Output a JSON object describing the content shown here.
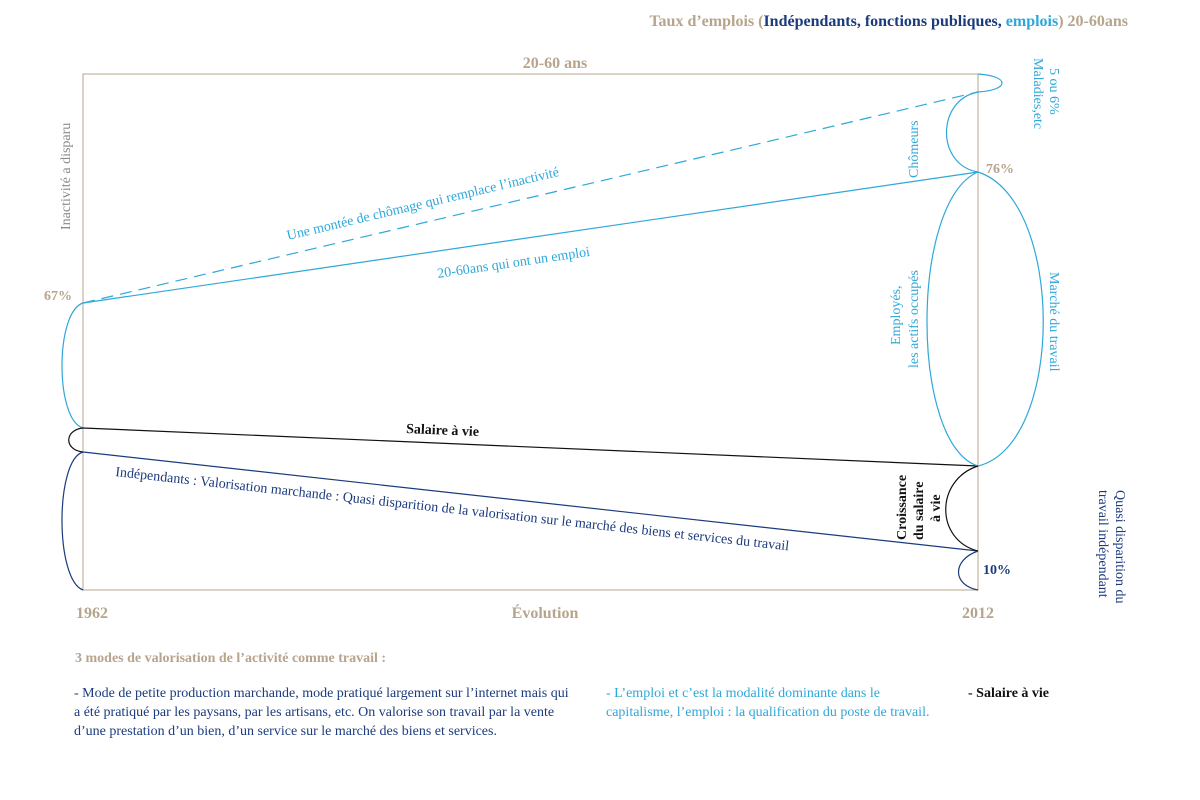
{
  "colors": {
    "tan": "#b7a48c",
    "navy": "#1b3b7d",
    "cyan": "#2ea8d9",
    "gray": "#8a8a8a",
    "black": "#111111"
  },
  "title": {
    "prefix": "Taux d’emplois (",
    "independants": "Indépendants",
    "fonctions": ", fonctions publiques, ",
    "emplois": "emplois",
    "suffix": ") 20-60ans"
  },
  "frame_label": "20-60 ans",
  "x_axis": {
    "start": "1962",
    "end": "2012",
    "center": "Évolution"
  },
  "values": {
    "start_rate": "67%",
    "end_rate": "76%",
    "independent_end": "10%"
  },
  "labels": {
    "inactivite": "Inactivité a disparu",
    "chomage_line": "Une montée de chômage qui remplace l’inactivité",
    "emploi_line": "20-60ans qui ont un emploi",
    "salaire_line": "Salaire à vie",
    "independants_line": "Indépendants : Valorisation marchande : Quasi disparition de la valorisation sur le marché des biens et services du travail",
    "chomeurs": "Chômeurs",
    "maladies_1": "5 ou 6%",
    "maladies_2": "Maladies,etc",
    "employes_1": "Employés,",
    "employes_2": "les actifs occupés",
    "marche": "Marché du travail",
    "croissance_1": "Croissance",
    "croissance_2": "du salaire",
    "croissance_3": "à vie",
    "quasi_1": "Quasi disparition du",
    "quasi_2": "travail indépendant"
  },
  "notes": {
    "heading": "3 modes de valorisation de l’activité comme travail :",
    "mode1": "- Mode de petite production marchande, mode pratiqué largement sur l’internet mais qui a été pratiqué par les paysans, par les artisans, etc. On valorise son travail par la vente d’une prestation d’un bien, d’un service sur le marché des biens et services.",
    "mode2": "- L’emploi et c’est la modalité dominante dans le capitalisme, l’emploi : la qualification du poste de travail.",
    "mode3": "- Salaire à vie"
  }
}
